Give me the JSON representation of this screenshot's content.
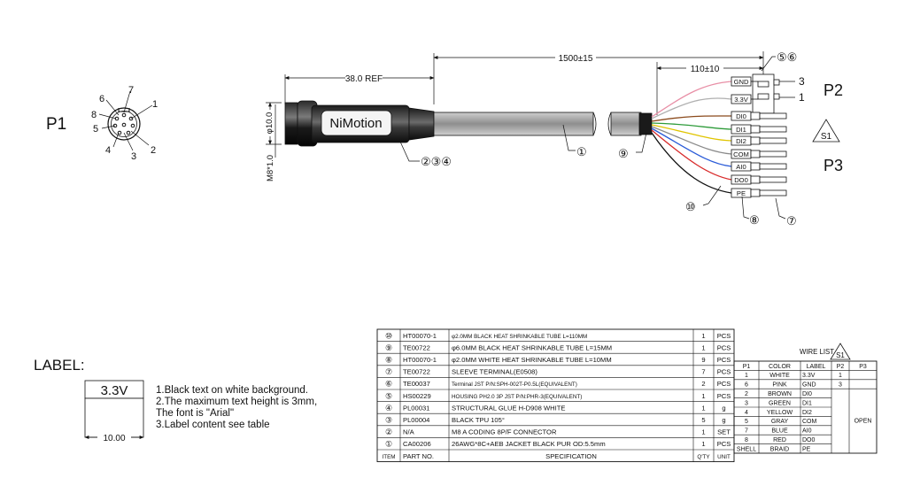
{
  "labels": {
    "p1": "P1",
    "p2": "P2",
    "p3": "P3",
    "brand": "NiMotion",
    "label_title": "LABEL:",
    "label_sample": "3.3V",
    "label_width": "10.00",
    "notes": [
      "1.Black text on white background.",
      "2.The maximum text height is 3mm,",
      "The font is \"Arial\"",
      "3.Label content see table"
    ]
  },
  "pins": [
    "1",
    "2",
    "3",
    "4",
    "5",
    "6",
    "7",
    "8"
  ],
  "dimensions": {
    "length": "1500±15",
    "ref": "38.0 REF",
    "branch": "110±10",
    "dia": "φ10.0",
    "thread": "M8*1.0"
  },
  "callouts": {
    "c234": "②③④",
    "c1": "①",
    "c9": "⑨",
    "c10": "⑩",
    "c8": "⑧",
    "c7": "⑦",
    "c56": "⑤⑥",
    "p2_pin3": "3",
    "p2_pin1": "1",
    "s1": "S1"
  },
  "terminals": [
    "GND",
    "3.3V",
    "DI0",
    "DI1",
    "DI2",
    "COM",
    "AI0",
    "DO0",
    "PE"
  ],
  "bom": {
    "headers": [
      "ITEM",
      "PART NO.",
      "SPECIFICATION",
      "Q'TY",
      "UNIT"
    ],
    "rows": [
      [
        "⑩",
        "HT00070-1",
        "φ2.0MM BLACK HEAT SHRINKABLE TUBE L=110MM",
        "1",
        "PCS"
      ],
      [
        "⑨",
        "TE00722",
        "φ6.0MM BLACK HEAT SHRINKABLE TUBE L=15MM",
        "1",
        "PCS"
      ],
      [
        "⑧",
        "HT00070-1",
        "φ2.0MM WHITE HEAT SHRINKABLE TUBE L=10MM",
        "9",
        "PCS"
      ],
      [
        "⑦",
        "TE00722",
        "SLEEVE TERMINAL(E0508)",
        "7",
        "PCS"
      ],
      [
        "⑥",
        "TE00037",
        "Terminal JST P/N:SPH-002T-P0.5L(EQUIVALENT)",
        "2",
        "PCS"
      ],
      [
        "⑤",
        "HS00229",
        "HOUSING PH2.0 3P JST P/N:PHR-3(EQUIVALENT)",
        "1",
        "PCS"
      ],
      [
        "④",
        "PL00031",
        "STRUCTURAL GLUE H-D908 WHITE",
        "1",
        "g"
      ],
      [
        "③",
        "PL00004",
        "BLACK TPU 105°",
        "5",
        "g"
      ],
      [
        "②",
        "N/A",
        "M8 A CODING 8P/F CONNECTOR",
        "1",
        "SET"
      ],
      [
        "①",
        "CA00206",
        "26AWG*8C+AEB JACKET BLACK PUR OD:5.5mm",
        "1",
        "PCS"
      ]
    ]
  },
  "wire_list": {
    "title": "WIRE LIST",
    "badge": "S1",
    "headers": [
      "P1",
      "COLOR",
      "LABEL",
      "P2",
      "P3"
    ],
    "rows": [
      [
        "1",
        "WHITE",
        "3.3V",
        "1",
        ""
      ],
      [
        "6",
        "PINK",
        "GND",
        "3",
        ""
      ],
      [
        "2",
        "BROWN",
        "DI0",
        "",
        ""
      ],
      [
        "3",
        "GREEN",
        "DI1",
        "",
        ""
      ],
      [
        "4",
        "YELLOW",
        "DI2",
        "",
        ""
      ],
      [
        "5",
        "GRAY",
        "COM",
        "",
        ""
      ],
      [
        "7",
        "BLUE",
        "AI0",
        "",
        ""
      ],
      [
        "8",
        "RED",
        "DO0",
        "",
        ""
      ],
      [
        "SHELL",
        "BRAID",
        "PE",
        "",
        ""
      ]
    ],
    "open_label": "OPEN"
  }
}
